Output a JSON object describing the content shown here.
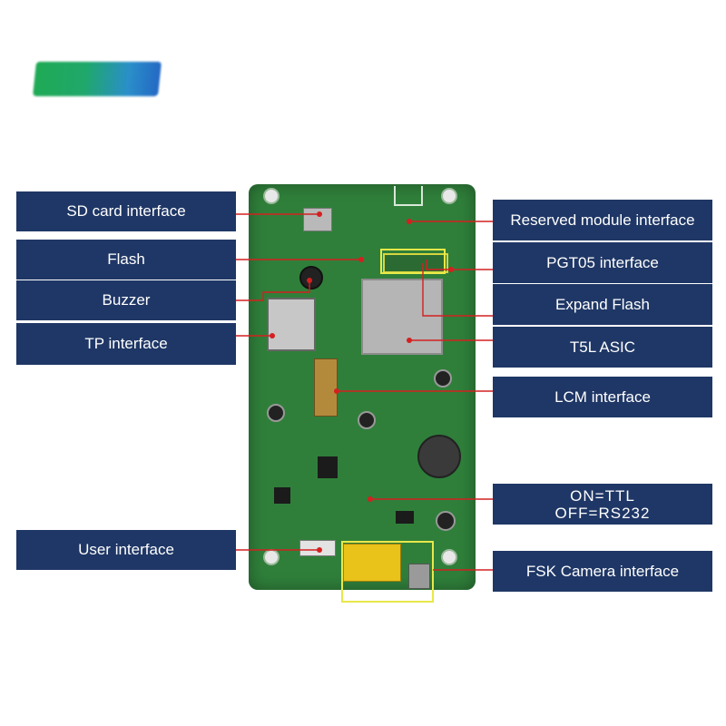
{
  "labels": {
    "sd_card": "SD card interface",
    "flash": "Flash",
    "buzzer": "Buzzer",
    "tp": "TP interface",
    "user": "User interface",
    "reserved_module": "Reserved module interface",
    "pgt05": "PGT05 interface",
    "expand_flash": "Expand Flash",
    "t5l_asic": "T5L ASIC",
    "lcm": "LCM interface",
    "on_ttl": "ON=TTL",
    "off_rs232": "OFF=RS232",
    "fsk_camera": "FSK Camera interface"
  },
  "colors": {
    "label_bg": "#1f3766",
    "board": "#2f7f3a",
    "leader_line": "#d42020",
    "highlight_box": "#e8e84a",
    "logo_green": "#1faa55",
    "logo_blue": "#2468c4"
  }
}
